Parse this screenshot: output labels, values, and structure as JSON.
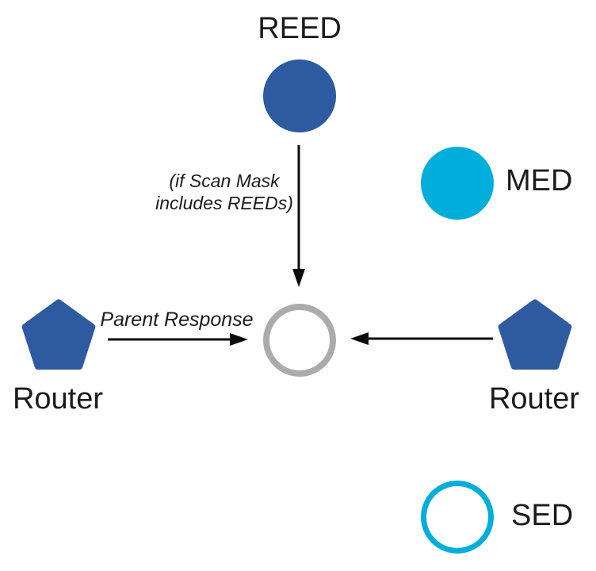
{
  "colors": {
    "blue": "#2E5B9F",
    "cyan": "#00AEDC",
    "gray": "#ABABAB",
    "ink": "#1B1B1B"
  },
  "nodes": {
    "reed": {
      "label": "REED",
      "shape": "circle",
      "fill": "#2E5B9F"
    },
    "med": {
      "label": "MED",
      "shape": "circle",
      "fill": "#00AEDC"
    },
    "parent": {
      "label": "",
      "shape": "circle-outline",
      "stroke": "#ABABAB"
    },
    "router_left": {
      "label": "Router",
      "shape": "pentagon",
      "fill": "#2E5B9F"
    },
    "router_right": {
      "label": "Router",
      "shape": "pentagon",
      "fill": "#2E5B9F"
    },
    "sed": {
      "label": "SED",
      "shape": "circle-outline",
      "stroke": "#00AEDC"
    }
  },
  "edges": {
    "reed_to_parent": {
      "note_line1": "(if Scan Mask",
      "note_line2": "includes REEDs)"
    },
    "router_left_to_parent": {
      "label": "Parent Response"
    },
    "router_right_to_parent": {
      "label": ""
    }
  }
}
